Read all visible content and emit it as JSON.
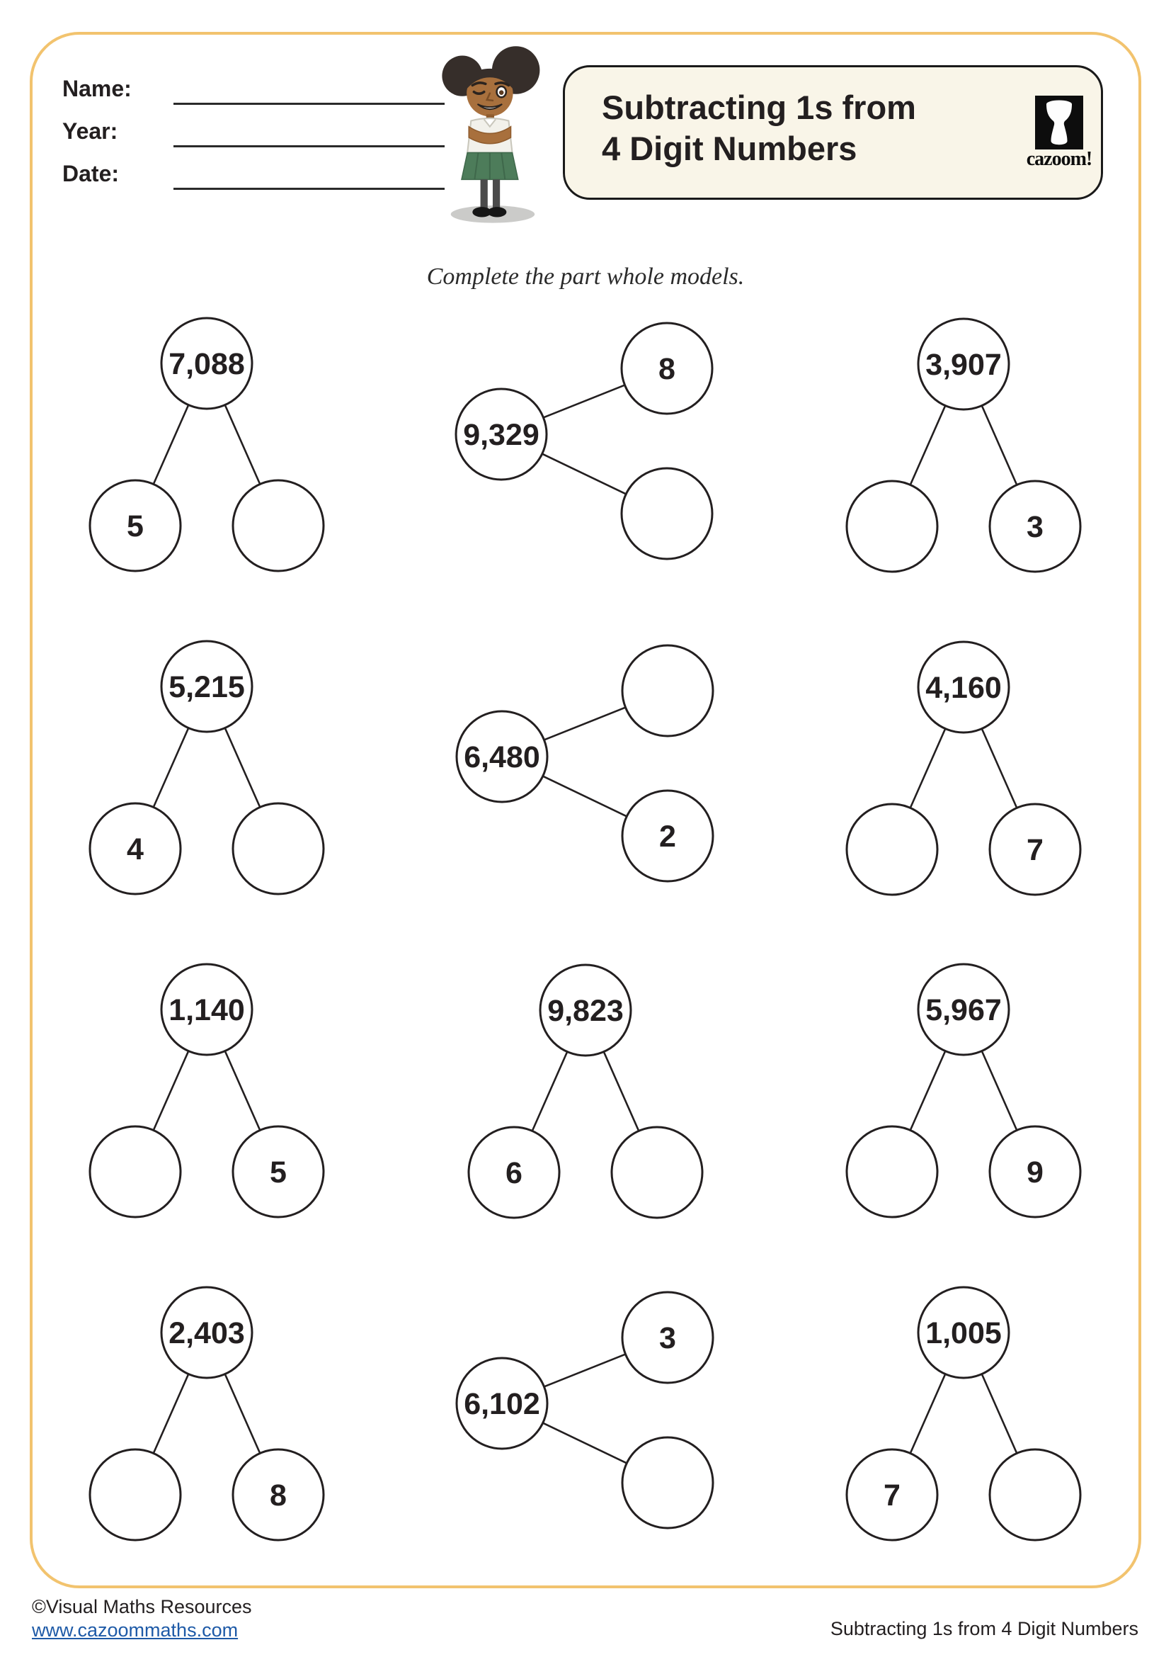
{
  "page": {
    "background": "#ffffff",
    "border_color": "#f2c36e"
  },
  "header": {
    "fields": [
      {
        "label": "Name:"
      },
      {
        "label": "Year:"
      },
      {
        "label": "Date:"
      }
    ],
    "title_line1": "Subtracting 1s from",
    "title_line2": "4 Digit Numbers",
    "logo_text": "cazoom!",
    "logo_icon": "djembe-drum-icon",
    "mascot": "schoolgirl-cartoon"
  },
  "instruction": "Complete the part whole models.",
  "models": [
    {
      "layout": "whole-top",
      "whole": "7,088",
      "part_a": "5",
      "part_b": ""
    },
    {
      "layout": "whole-left",
      "whole": "9,329",
      "part_a": "8",
      "part_b": ""
    },
    {
      "layout": "whole-top",
      "whole": "3,907",
      "part_a": "",
      "part_b": "3"
    },
    {
      "layout": "whole-top",
      "whole": "5,215",
      "part_a": "4",
      "part_b": ""
    },
    {
      "layout": "whole-left",
      "whole": "6,480",
      "part_a": "",
      "part_b": "2"
    },
    {
      "layout": "whole-top",
      "whole": "4,160",
      "part_a": "",
      "part_b": "7"
    },
    {
      "layout": "whole-top",
      "whole": "1,140",
      "part_a": "",
      "part_b": "5"
    },
    {
      "layout": "whole-top",
      "whole": "9,823",
      "part_a": "6",
      "part_b": ""
    },
    {
      "layout": "whole-top",
      "whole": "5,967",
      "part_a": "",
      "part_b": "9"
    },
    {
      "layout": "whole-top",
      "whole": "2,403",
      "part_a": "",
      "part_b": "8"
    },
    {
      "layout": "whole-left",
      "whole": "6,102",
      "part_a": "3",
      "part_b": ""
    },
    {
      "layout": "whole-top",
      "whole": "1,005",
      "part_a": "7",
      "part_b": ""
    }
  ],
  "footer": {
    "copyright": "©Visual Maths Resources",
    "website": "www.cazoommaths.com",
    "worksheet_title": "Subtracting 1s from 4 Digit Numbers"
  },
  "colors": {
    "ink": "#231f20",
    "link_blue": "#1e5aa7",
    "title_box_bg": "#f9f5e8",
    "border_orange": "#f2c36e"
  }
}
